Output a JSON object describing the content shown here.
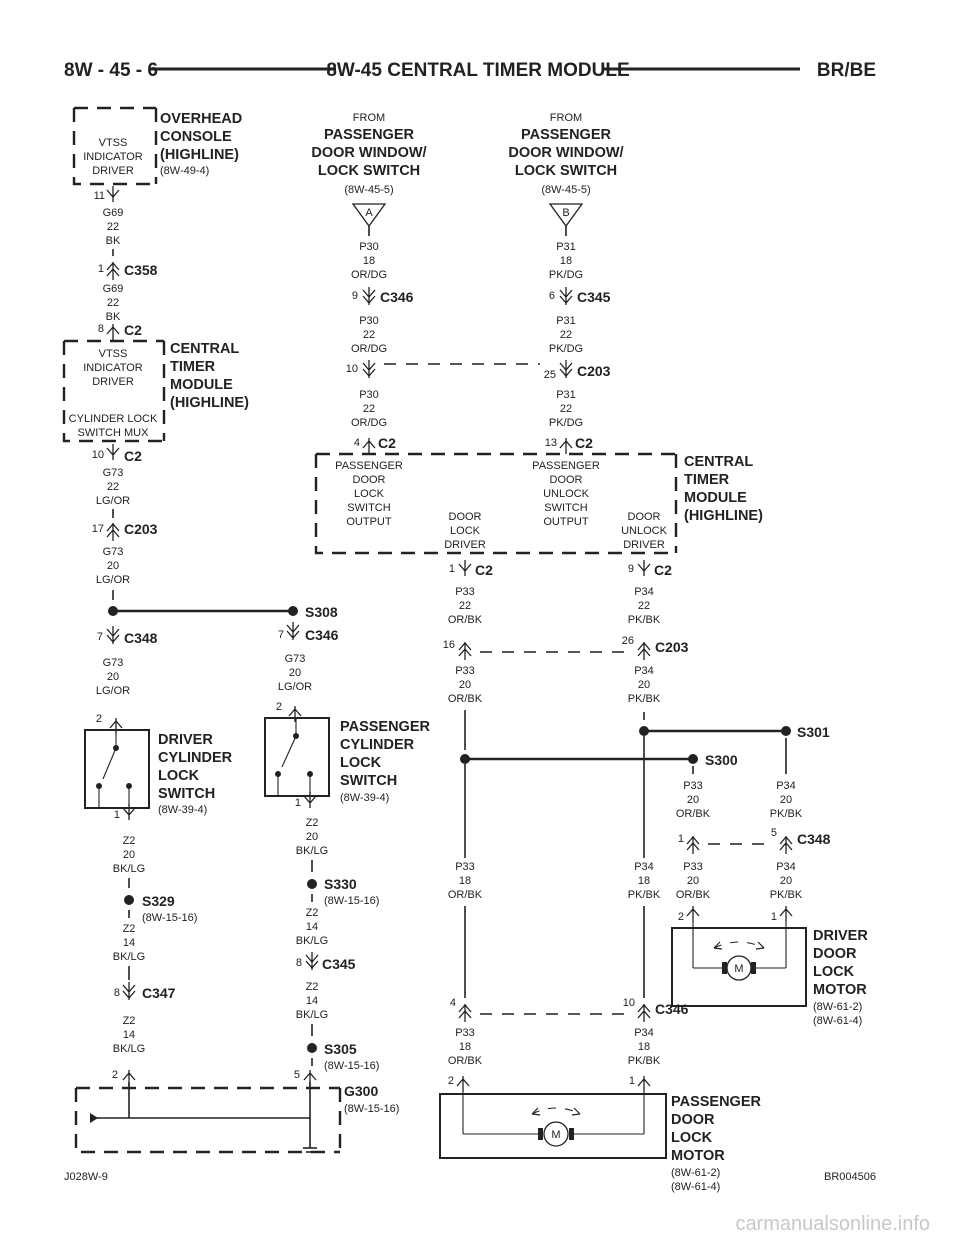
{
  "header": {
    "page": "8W - 45 - 6",
    "title": "8W-45 CENTRAL TIMER MODULE",
    "model": "BR/BE"
  },
  "footer": {
    "left_code": "J028W-9",
    "right_code": "BR004506",
    "watermark": "carmanualsonline.info"
  },
  "overhead_console": {
    "title_lines": [
      "OVERHEAD",
      "CONSOLE",
      "(HIGHLINE)"
    ],
    "ref": "(8W-49-4)",
    "inner_lines": [
      "VTSS",
      "INDICATOR",
      "DRIVER"
    ],
    "pin": "11"
  },
  "from_a": {
    "from": "FROM",
    "lines": [
      "PASSENGER",
      "DOOR WINDOW/",
      "LOCK SWITCH"
    ],
    "ref": "(8W-45-5)",
    "tag": "A"
  },
  "from_b": {
    "from": "FROM",
    "lines": [
      "PASSENGER",
      "DOOR WINDOW/",
      "LOCK SWITCH"
    ],
    "ref": "(8W-45-5)",
    "tag": "B"
  },
  "ctm_left": {
    "title_lines": [
      "CENTRAL",
      "TIMER",
      "MODULE",
      "(HIGHLINE)"
    ],
    "vtss_lines": [
      "VTSS",
      "INDICATOR",
      "DRIVER"
    ],
    "cyl_lines": [
      "CYLINDER LOCK",
      "SWITCH MUX"
    ]
  },
  "ctm_right": {
    "title_lines": [
      "CENTRAL",
      "TIMER",
      "MODULE",
      "(HIGHLINE)"
    ],
    "pdls_out": [
      "PASSENGER",
      "DOOR",
      "LOCK",
      "SWITCH",
      "OUTPUT"
    ],
    "lock_drv": [
      "DOOR",
      "LOCK",
      "DRIVER"
    ],
    "pdus_out": [
      "PASSENGER",
      "DOOR",
      "UNLOCK",
      "SWITCH",
      "OUTPUT"
    ],
    "unlock_drv": [
      "DOOR",
      "UNLOCK",
      "DRIVER"
    ]
  },
  "wires": {
    "g69a": [
      "G69",
      "22",
      "BK"
    ],
    "g69b": [
      "G69",
      "22",
      "BK"
    ],
    "g73a": [
      "G73",
      "22",
      "LG/OR"
    ],
    "g73b": [
      "G73",
      "20",
      "LG/OR"
    ],
    "g73c": [
      "G73",
      "20",
      "LG/OR"
    ],
    "g73d": [
      "G73",
      "20",
      "LG/OR"
    ],
    "p30a": [
      "P30",
      "18",
      "OR/DG"
    ],
    "p30b": [
      "P30",
      "22",
      "OR/DG"
    ],
    "p30c": [
      "P30",
      "22",
      "OR/DG"
    ],
    "p31a": [
      "P31",
      "18",
      "PK/DG"
    ],
    "p31b": [
      "P31",
      "22",
      "PK/DG"
    ],
    "p31c": [
      "P31",
      "22",
      "PK/DG"
    ],
    "p33a": [
      "P33",
      "22",
      "OR/BK"
    ],
    "p33b": [
      "P33",
      "20",
      "OR/BK"
    ],
    "p33c": [
      "P33",
      "18",
      "OR/BK"
    ],
    "p33d": [
      "P33",
      "18",
      "OR/BK"
    ],
    "p33e": [
      "P33",
      "20",
      "OR/BK"
    ],
    "p33f": [
      "P33",
      "20",
      "OR/BK"
    ],
    "p34a": [
      "P34",
      "22",
      "PK/BK"
    ],
    "p34b": [
      "P34",
      "20",
      "PK/BK"
    ],
    "p34c": [
      "P34",
      "18",
      "PK/BK"
    ],
    "p34d": [
      "P34",
      "18",
      "PK/BK"
    ],
    "p34e": [
      "P34",
      "20",
      "PK/BK"
    ],
    "p34f": [
      "P34",
      "20",
      "PK/BK"
    ],
    "z2a": [
      "Z2",
      "20",
      "BK/LG"
    ],
    "z2b": [
      "Z2",
      "14",
      "BK/LG"
    ],
    "z2c": [
      "Z2",
      "14",
      "BK/LG"
    ],
    "z2d": [
      "Z2",
      "20",
      "BK/LG"
    ],
    "z2e": [
      "Z2",
      "14",
      "BK/LG"
    ],
    "z2f": [
      "Z2",
      "14",
      "BK/LG"
    ]
  },
  "connectors": {
    "c358": {
      "name": "C358",
      "pin": "1"
    },
    "c2_8": {
      "name": "C2",
      "pin": "8"
    },
    "c2_10": {
      "name": "C2",
      "pin": "10"
    },
    "c203_17": {
      "name": "C203",
      "pin": "17"
    },
    "c346_9": {
      "name": "C346",
      "pin": "9"
    },
    "c345_6": {
      "name": "C345",
      "pin": "6"
    },
    "c203_10_25": {
      "name": "C203",
      "pin_a": "10",
      "pin_b": "25"
    },
    "c2_4": {
      "name": "C2",
      "pin": "4"
    },
    "c2_13": {
      "name": "C2",
      "pin": "13"
    },
    "c2_1": {
      "name": "C2",
      "pin": "1"
    },
    "c2_9": {
      "name": "C2",
      "pin": "9"
    },
    "c203_16_26": {
      "name": "C203",
      "pin_a": "16",
      "pin_b": "26"
    },
    "c348_7": {
      "name": "C348",
      "pin": "7"
    },
    "c346_7": {
      "name": "C346",
      "pin": "7"
    },
    "c348_1_5": {
      "name": "C348",
      "pin_a": "1",
      "pin_b": "5"
    },
    "c346_4_10": {
      "name": "C346",
      "pin_a": "4",
      "pin_b": "10"
    },
    "c345_8": {
      "name": "C345",
      "pin": "8"
    },
    "c347_8": {
      "name": "C347",
      "pin": "8"
    }
  },
  "splices": {
    "s308": "S308",
    "s301": "S301",
    "s300": "S300",
    "s329": {
      "name": "S329",
      "ref": "(8W-15-16)"
    },
    "s330": {
      "name": "S330",
      "ref": "(8W-15-16)"
    },
    "s305": {
      "name": "S305",
      "ref": "(8W-15-16)"
    }
  },
  "ground": {
    "name": "G300",
    "ref": "(8W-15-16)",
    "pin_a": "2",
    "pin_b": "5"
  },
  "driver_cyl": {
    "lines": [
      "DRIVER",
      "CYLINDER",
      "LOCK",
      "SWITCH"
    ],
    "ref": "(8W-39-4)",
    "pin_top": "2",
    "pin_bot": "1"
  },
  "pass_cyl": {
    "lines": [
      "PASSENGER",
      "CYLINDER",
      "LOCK",
      "SWITCH"
    ],
    "ref": "(8W-39-4)",
    "pin_top": "2",
    "pin_bot": "1"
  },
  "driver_motor": {
    "lines": [
      "DRIVER",
      "DOOR",
      "LOCK",
      "MOTOR"
    ],
    "refs": [
      "(8W-61-2)",
      "(8W-61-4)"
    ],
    "pin_a": "2",
    "pin_b": "1",
    "symbol": "M"
  },
  "pass_motor": {
    "lines": [
      "PASSENGER",
      "DOOR",
      "LOCK",
      "MOTOR"
    ],
    "refs": [
      "(8W-61-2)",
      "(8W-61-4)"
    ],
    "pin_a": "2",
    "pin_b": "1",
    "symbol": "M"
  }
}
